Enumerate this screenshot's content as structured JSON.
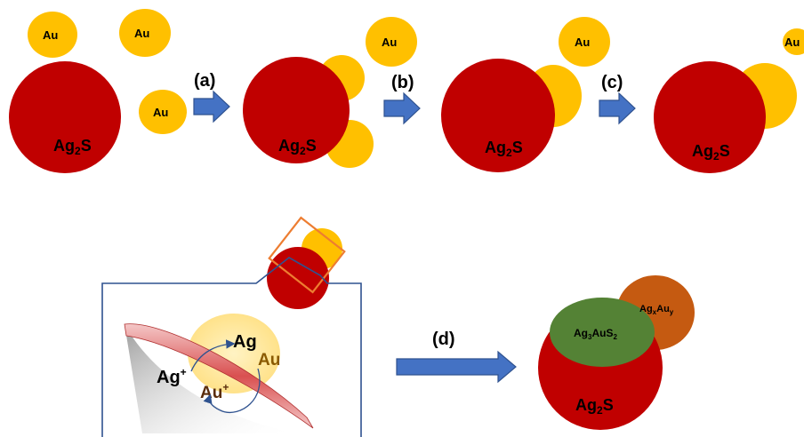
{
  "colors": {
    "ag2s": "#c00000",
    "au": "#ffc000",
    "arrow": "#4472c4",
    "arrow_border": "#2f528f",
    "ag3aus2": "#548235",
    "agxau": "#c55a11",
    "inset_border": "#2f528f",
    "zoom_box": "#ed7d31",
    "au_ion_text": "#5a2d0c",
    "au_text_inset": "#8a5a00"
  },
  "labels": {
    "au": "Au",
    "ag2s_main": "Ag",
    "ag2s_sub": "2",
    "ag2s_tail": "S",
    "step_a": "(a)",
    "step_b": "(b)",
    "step_c": "(c)",
    "step_d": "(d)",
    "ag3aus2_a": "Ag",
    "ag3aus2_sub1": "3",
    "ag3aus2_b": "AuS",
    "ag3aus2_sub2": "2",
    "agxau_a": "Ag",
    "agxau_subx": "x",
    "agxau_b": "Au",
    "agxau_suby": "y",
    "inset_ag": "Ag",
    "inset_au": "Au",
    "inset_ag_ion": "Ag",
    "inset_au_ion": "Au",
    "plus": "+"
  }
}
